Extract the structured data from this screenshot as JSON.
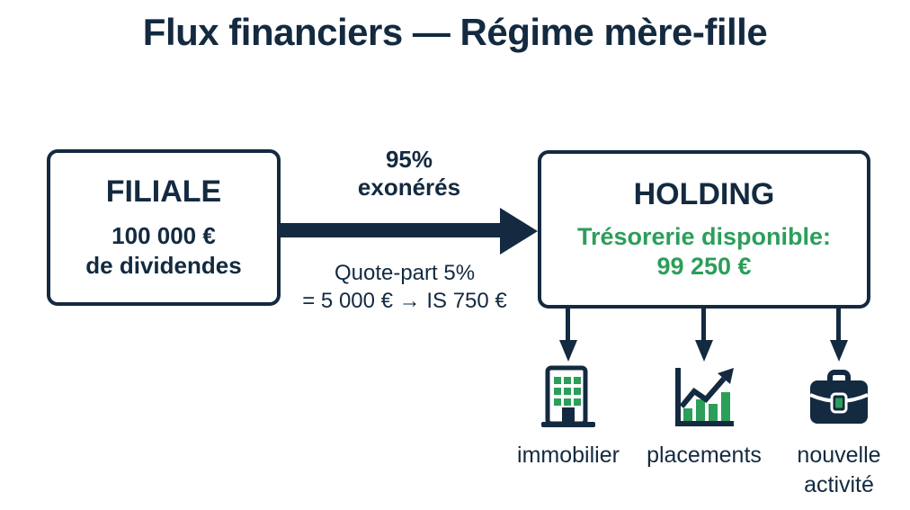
{
  "title": "Flux financiers — Régime mère-fille",
  "colors": {
    "navy": "#132a40",
    "green": "#2b9e5a",
    "background": "#ffffff"
  },
  "filiale": {
    "name": "FILIALE",
    "amount": "100 000 €",
    "amount_caption": "de dividendes"
  },
  "flow": {
    "exonerated_line1": "95%",
    "exonerated_line2": "exonérés",
    "quote_line1": "Quote-part 5%",
    "quote_line2": "= 5 000 € → IS 750 €"
  },
  "holding": {
    "name": "HOLDING",
    "treasury_label": "Trésorerie disponible:",
    "treasury_value": "99 250 €"
  },
  "destinations": [
    {
      "icon": "building-icon",
      "label": "immobilier"
    },
    {
      "icon": "bar-chart-icon",
      "label": "placements"
    },
    {
      "icon": "briefcase-icon",
      "label": "nouvelle activité"
    }
  ]
}
